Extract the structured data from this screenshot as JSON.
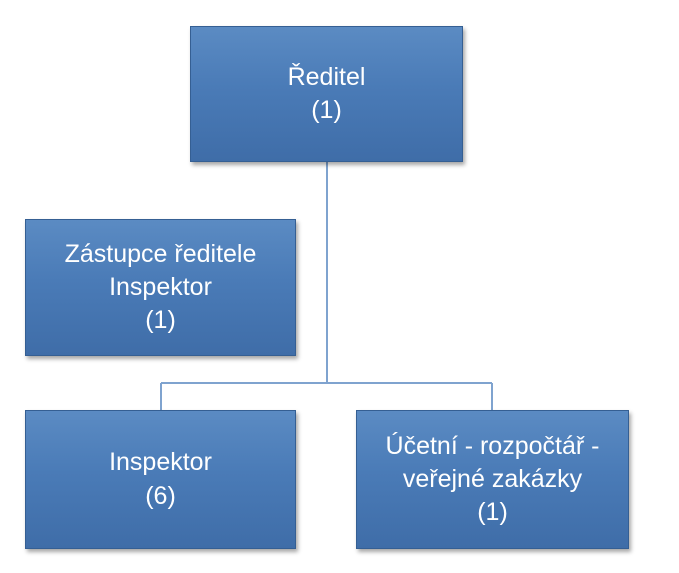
{
  "org_chart": {
    "director": {
      "title": "Ředitel",
      "count": "(1)"
    },
    "deputy": {
      "line1": "Zástupce ředitele",
      "line2": "Inspektor",
      "count": "(1)"
    },
    "inspector": {
      "title": "Inspektor",
      "count": "(6)"
    },
    "accountant": {
      "line1": "Účetní - rozpočtář -",
      "line2": "veřejné zakázky",
      "count": "(1)"
    }
  },
  "colors": {
    "box_fill": "#4a7bb7",
    "box_border": "#355f93",
    "connector": "#7fa3cf",
    "text": "#ffffff"
  }
}
